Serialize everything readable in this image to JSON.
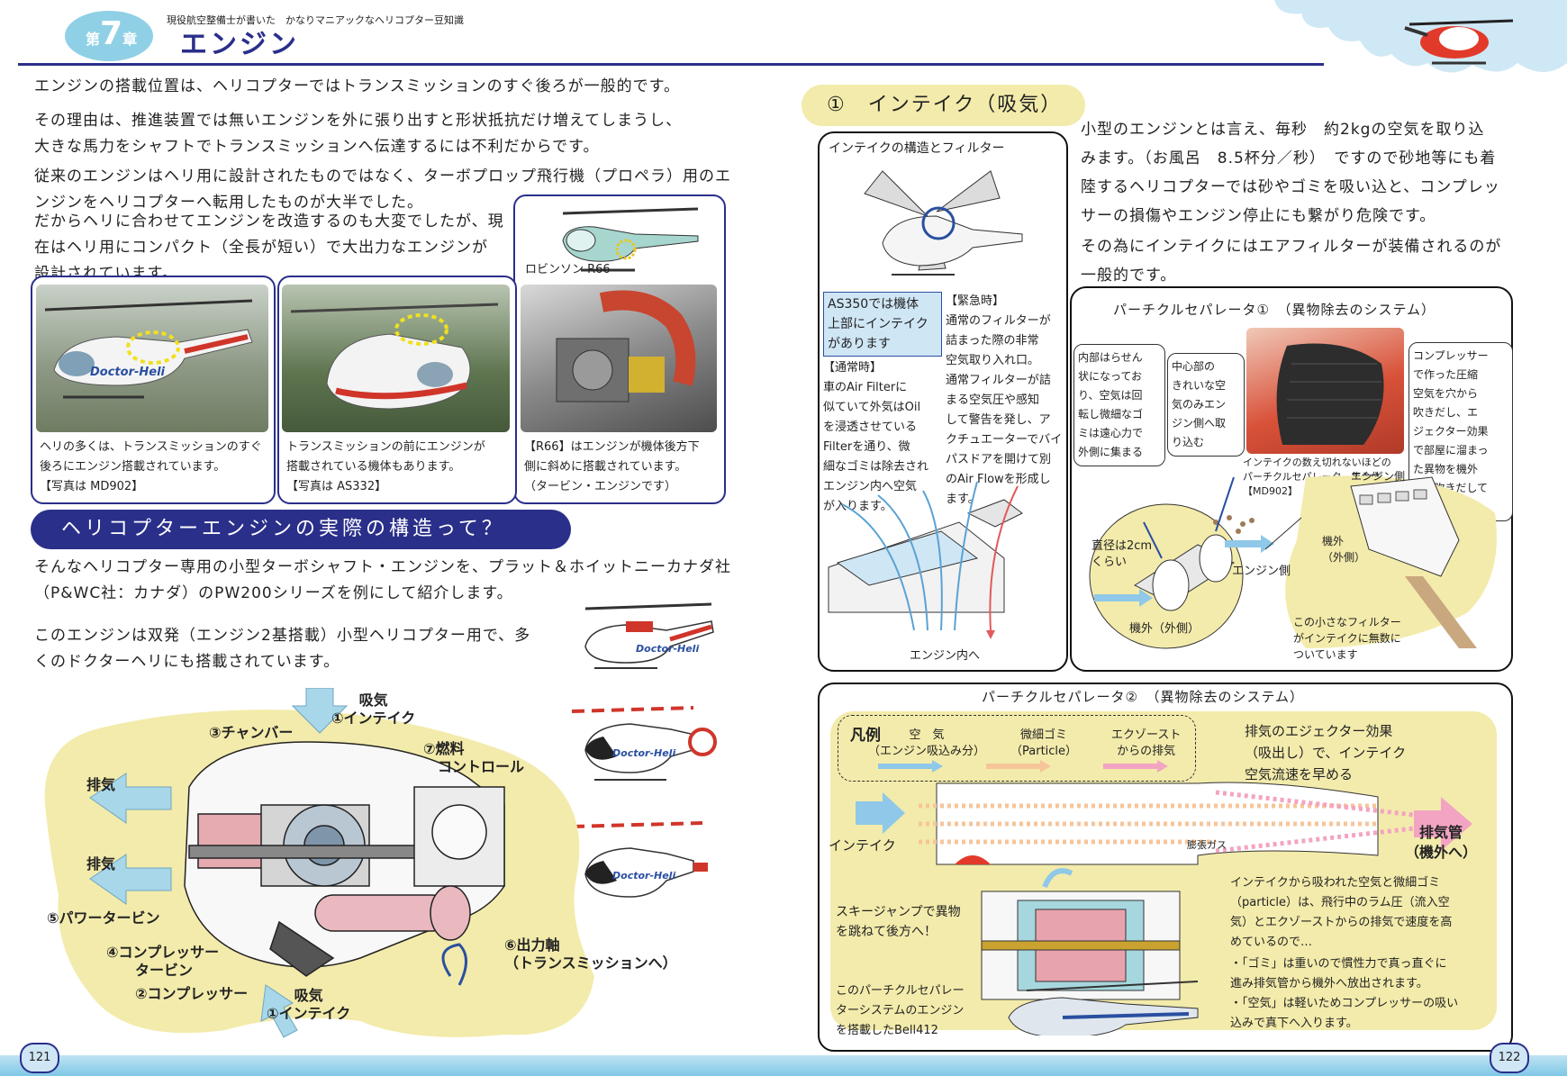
{
  "header": {
    "chapter_prefix": "第",
    "chapter_num": "7",
    "chapter_suffix": "章",
    "book_title": "現役航空整備士が書いた　かなりマニアックなヘリコプター豆知識",
    "chapter_title": "エンジン"
  },
  "left": {
    "para1": "エンジンの搭載位置は、ヘリコプターではトランスミッションのすぐ後ろが一般的です。",
    "para2": "その理由は、推進装置では無いエンジンを外に張り出すと形状抵抗だけ増えてしまうし、\n大きな馬力をシャフトでトランスミッションへ伝達するには不利だからです。",
    "para3": "従来のエンジンはヘリ用に設計されたものではなく、ターボプロップ飛行機（プロペラ）用のエ\nンジンをヘリコプターへ転用したものが大半でした。",
    "para4": "だからヘリに合わせてエンジンを改造するのも大変でしたが、現\n在はヘリ用にコンパクト（全長が短い）で大出力なエンジンが\n設計されています。",
    "r66_label": "ロビンソン R66",
    "md902_badge": "Doctor-Heli",
    "cap1": "ヘリの多くは、トランスミッションのすぐ\n後ろにエンジン搭載されています。\n【写真は MD902】",
    "cap2": "トランスミッションの前にエンジンが\n搭載されている機体もあります。\n【写真は AS332】",
    "cap3": "【R66】はエンジンが機体後方下\n側に斜めに搭載されています。\n（タービン・エンジンです）",
    "banner": "ヘリコプターエンジンの実際の構造って？",
    "para5": "そんなヘリコプター専用の小型ターボシャフト・エンジンを、プラット＆ホイットニーカナダ社\n（P&WC社：カナダ）のPW200シリーズを例にして紹介します。",
    "para6": "このエンジンは双発（エンジン2基搭載）小型ヘリコプター用で、多\nくのドクターヘリにも搭載されています。",
    "heli_badge": "Doctor-Heli",
    "lbl_intake_top": "吸気\n①インテイク",
    "lbl_chamber": "③チャンバー",
    "lbl_fuel": "⑦燃料\n　コントロール",
    "lbl_exhaust1": "排気",
    "lbl_exhaust2": "排気",
    "lbl_power": "⑤パワータービン",
    "lbl_comp_turbine": "④コンプレッサー\n　　タービン",
    "lbl_compressor": "②コンプレッサー",
    "lbl_intake_bottom": "吸気\n①インテイク",
    "lbl_output": "⑥出力軸\n（トランスミッションへ）",
    "page_num": "121"
  },
  "right": {
    "sec1_title": "①　インテイク（吸気）",
    "para1": "小型のエンジンとは言え、毎秒　約2kgの空気を取り込\nみます。（お風呂　8.5杯分／秒）　ですので砂地等にも着\n陸するヘリコプターでは砂やゴミを吸い込と、コンプレッ\nサーの損傷やエンジン停止にも繋がり危険です。",
    "para2": "その為にインテイクにはエアフィルターが装備されるのが\n一般的です。",
    "filter_title": "インテイクの構造とフィルター",
    "as350_note": "AS350では機体\n上部にインテイク\nがあります",
    "normal_note": "【通常時】\n車のAir Filterに\n似ていて外気はOil\nを浸透させている\nFilterを通り、微\n細なゴミは除去され\nエンジン内へ空気\nが入ります。",
    "emergency_note": "【緊急時】\n通常のフィルターが\n詰まった際の非常\n空気取り入れ口。\n通常フィルターが詰\nまる空気圧や感知\nして警告を発し、ア\nクチュエーターでバイ\nパスドアを開けて別\nのAir Flowを形成し\nます。",
    "into_engine": "エンジン内へ",
    "ps1_title": "パーチクルセパレータ①　（異物除去のシステム）",
    "ps1_n1": "内部はらせん\n状になってお\nり、空気は回\n転し微細なゴ\nミは遠心力で\n外側に集まる",
    "ps1_n2": "中心部の\nきれいな空\n気のみエン\nジン側へ取\nり込む",
    "ps1_n3": "コンプレッサー\nで作った圧縮\n空気を穴から\n吹きだし、エ\nジェクター効果\nで部屋に溜まっ\nた異物を機外\nへと吹きだして\nいる",
    "ps1_photo_cap": "インテイクの数え切れないほどの\nパーチクルセパレーター集合体\n【MD902】",
    "ps1_engine_side": "エンジン側",
    "ps1_engine_side2": "エンジン側",
    "ps1_outside": "機外\n（外側）",
    "ps1_diameter": "直径は2cm\nくらい",
    "ps1_outside2": "機外（外側）",
    "ps1_many": "この小さなフィルター\nがインテイクに無数に\nついています",
    "ps2_title": "パーチクルセパレータ②　（異物除去のシステム）",
    "legend_title": "凡例",
    "legend_air": "空　気\n（エンジン吸込み分）",
    "legend_dust": "微細ゴミ\n（Particle）",
    "legend_exhaust": "エクゾースト\nからの排気",
    "ejector": "排気のエジェクター効果\n（吸出し）で、インテイク\n空気流速を早める",
    "intake_lbl": "インテイク",
    "expand_gas": "膨張ガス",
    "exhaust_pipe": "排気管\n（機外へ）",
    "ski_jump": "スキージャンプで異物\nを跳ねて後方へ！",
    "explain": "インテイクから吸われた空気と微細ゴミ\n（particle）は、飛行中のラム圧（流入空\n気）とエクゾーストからの排気で速度を高\nめているので…",
    "bullet1": "・「ゴミ」は重いので慣性力で真っ直ぐに\n進み排気管から機外へ放出されます。",
    "bullet2": "・「空気」は軽いためコンプレッサーの吸い\n込みで真下へ入ります。",
    "bell_note": "このパーチクルセパレー\nターシステムのエンジン\nを搭載したBell412",
    "page_num": "122"
  },
  "colors": {
    "navy": "#2a2f8a",
    "sky": "#9bd3ea",
    "khaki": "#f3ebab",
    "air_blue": "#8fc8e8",
    "dust_orange": "#f6c59a",
    "exhaust_pink": "#f3a4c2"
  }
}
